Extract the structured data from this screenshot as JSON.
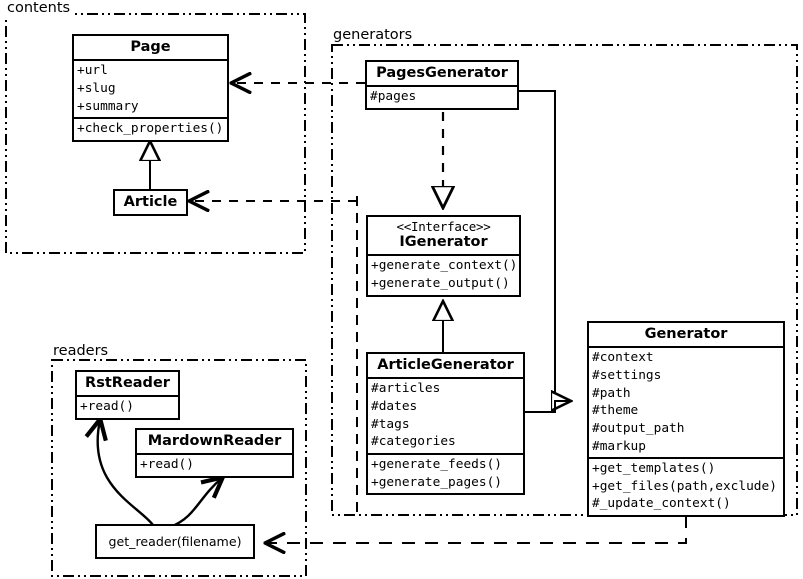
{
  "diagram": {
    "type": "uml-class-diagram",
    "background_color": "#ffffff",
    "line_color": "#000000",
    "packages": [
      {
        "id": "contents",
        "label": "contents",
        "border_style": "dash-dot-dot"
      },
      {
        "id": "generators",
        "label": "generators",
        "border_style": "dash-dot-dot"
      },
      {
        "id": "readers",
        "label": "readers",
        "border_style": "dash-dot-dot"
      }
    ],
    "classes": [
      {
        "id": "page",
        "name": "Page",
        "stereotype": "",
        "package": "contents",
        "attributes": [
          "+url",
          "+slug",
          "+summary"
        ],
        "methods": [
          "+check_properties()"
        ]
      },
      {
        "id": "article",
        "name": "Article",
        "stereotype": "",
        "package": "contents",
        "attributes": [],
        "methods": []
      },
      {
        "id": "pages_generator",
        "name": "PagesGenerator",
        "stereotype": "",
        "package": "generators",
        "attributes": [
          "#pages"
        ],
        "methods": []
      },
      {
        "id": "igenerator",
        "name": "IGenerator",
        "stereotype": "<<Interface>>",
        "package": "generators",
        "attributes": [],
        "methods": [
          "+generate_context()",
          "+generate_output()"
        ]
      },
      {
        "id": "article_generator",
        "name": "ArticleGenerator",
        "stereotype": "",
        "package": "generators",
        "attributes": [
          "#articles",
          "#dates",
          "#tags",
          "#categories"
        ],
        "methods": [
          "+generate_feeds()",
          "+generate_pages()"
        ]
      },
      {
        "id": "generator",
        "name": "Generator",
        "stereotype": "",
        "package": "generators",
        "attributes": [
          "#context",
          "#settings",
          "#path",
          "#theme",
          "#output_path",
          "#markup"
        ],
        "methods": [
          "+get_templates()",
          "+get_files(path,exclude)",
          "#_update_context()"
        ]
      },
      {
        "id": "rst_reader",
        "name": "RstReader",
        "stereotype": "",
        "package": "readers",
        "attributes": [],
        "methods": [
          "+read()"
        ]
      },
      {
        "id": "mardown_reader",
        "name": "MardownReader",
        "stereotype": "",
        "package": "readers",
        "attributes": [],
        "methods": [
          "+read()"
        ]
      }
    ],
    "functions": [
      {
        "id": "get_reader",
        "label": "get_reader(filename)",
        "package": "readers"
      }
    ],
    "relations": [
      {
        "from": "article",
        "to": "page",
        "type": "generalization",
        "style": "solid",
        "arrow": "hollow-triangle"
      },
      {
        "from": "pages_generator",
        "to": "igenerator",
        "type": "realization",
        "style": "dashed",
        "arrow": "hollow-triangle"
      },
      {
        "from": "article_generator",
        "to": "igenerator",
        "type": "generalization",
        "style": "solid",
        "arrow": "hollow-triangle"
      },
      {
        "from": "pages_generator",
        "to": "generator",
        "type": "generalization",
        "style": "solid",
        "arrow": "hollow-triangle"
      },
      {
        "from": "article_generator",
        "to": "generator",
        "type": "generalization",
        "style": "solid",
        "arrow": "hollow-triangle"
      },
      {
        "from": "pages_generator",
        "to": "page",
        "type": "dependency",
        "style": "dashed",
        "arrow": "open"
      },
      {
        "from": "pages_generator",
        "to": "article",
        "type": "dependency",
        "style": "dashed",
        "arrow": "open"
      },
      {
        "from": "generator",
        "to": "get_reader",
        "type": "dependency",
        "style": "dashed",
        "arrow": "open"
      },
      {
        "from": "get_reader",
        "to": "rst_reader",
        "type": "curved-arrow",
        "style": "solid",
        "arrow": "open"
      },
      {
        "from": "get_reader",
        "to": "mardown_reader",
        "type": "curved-arrow",
        "style": "solid",
        "arrow": "open"
      }
    ]
  }
}
